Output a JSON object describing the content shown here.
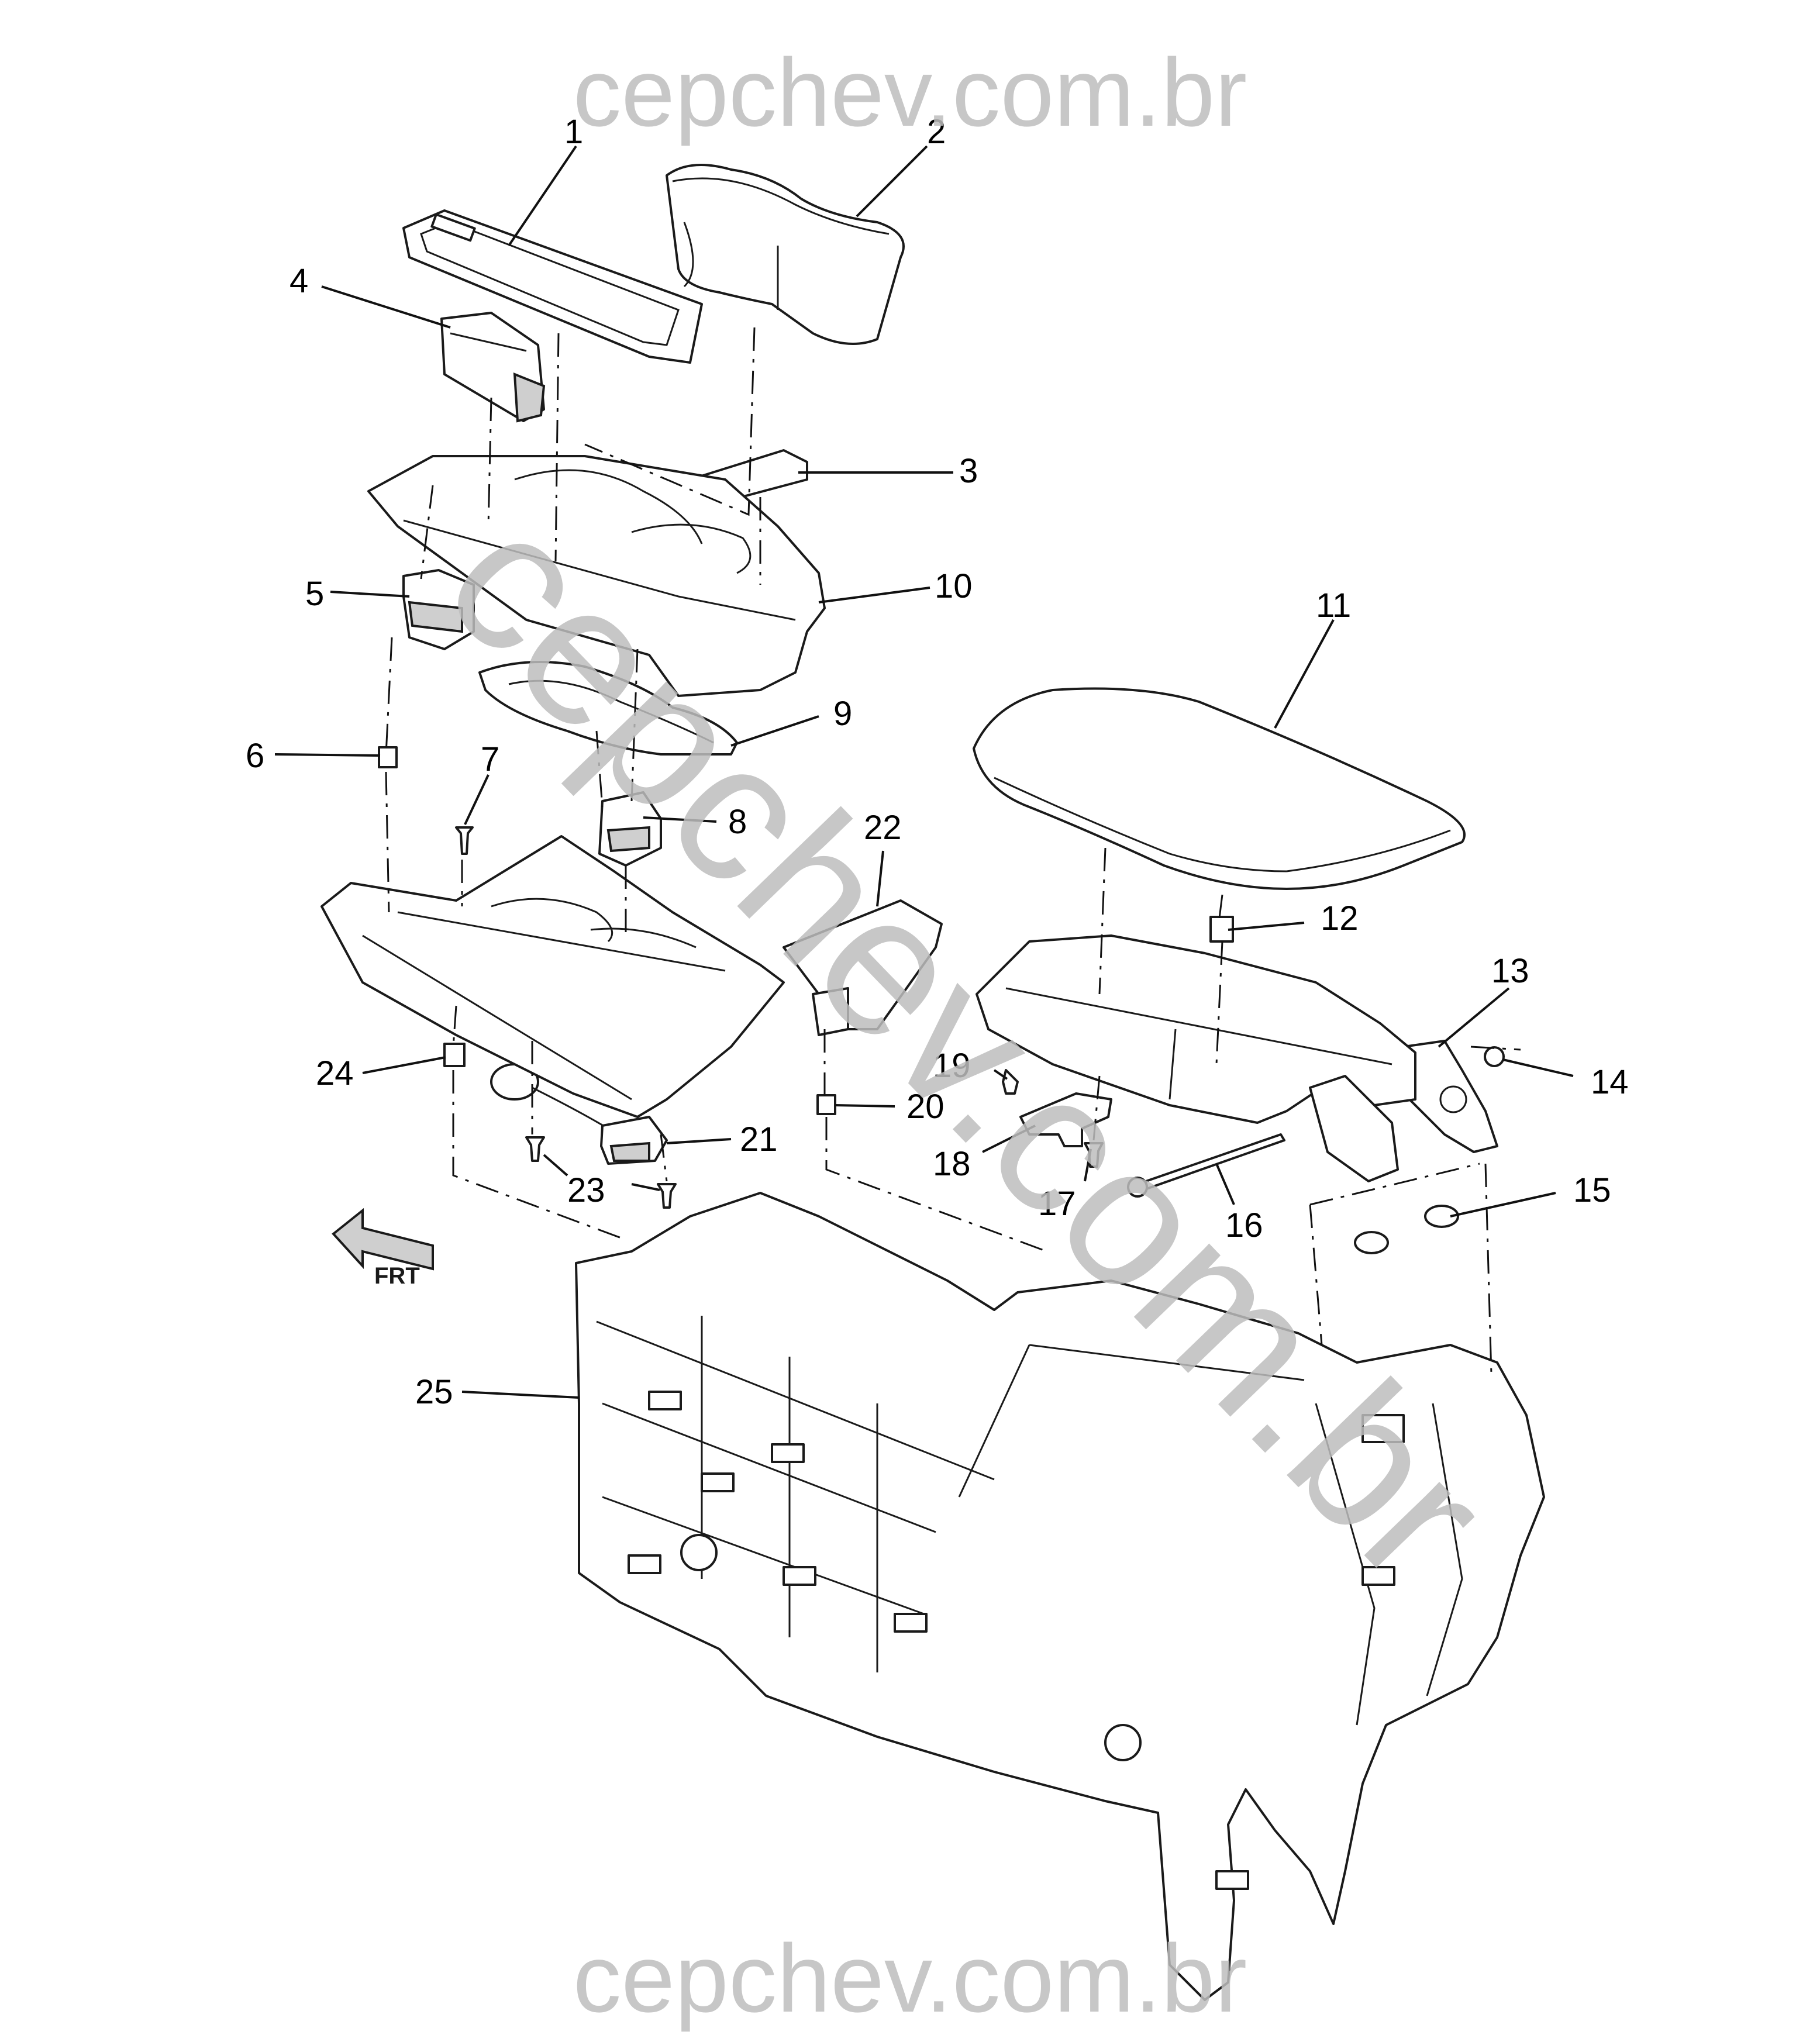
{
  "watermarks": {
    "top": "cepchev.com.br",
    "diagonal": "cepchev.com.br",
    "bottom": "cepchev.com.br"
  },
  "front_indicator": "FRT",
  "callouts": [
    {
      "id": "1",
      "label": "1"
    },
    {
      "id": "2",
      "label": "2"
    },
    {
      "id": "3",
      "label": "3"
    },
    {
      "id": "4",
      "label": "4"
    },
    {
      "id": "5",
      "label": "5"
    },
    {
      "id": "6",
      "label": "6"
    },
    {
      "id": "7",
      "label": "7"
    },
    {
      "id": "8",
      "label": "8"
    },
    {
      "id": "9",
      "label": "9"
    },
    {
      "id": "10",
      "label": "10"
    },
    {
      "id": "11",
      "label": "11"
    },
    {
      "id": "12",
      "label": "12"
    },
    {
      "id": "13",
      "label": "13"
    },
    {
      "id": "14",
      "label": "14"
    },
    {
      "id": "15",
      "label": "15"
    },
    {
      "id": "16",
      "label": "16"
    },
    {
      "id": "17",
      "label": "17"
    },
    {
      "id": "18",
      "label": "18"
    },
    {
      "id": "19",
      "label": "19"
    },
    {
      "id": "20",
      "label": "20"
    },
    {
      "id": "21",
      "label": "21"
    },
    {
      "id": "22",
      "label": "22"
    },
    {
      "id": "23",
      "label": "23"
    },
    {
      "id": "24",
      "label": "24"
    },
    {
      "id": "25",
      "label": "25"
    }
  ]
}
